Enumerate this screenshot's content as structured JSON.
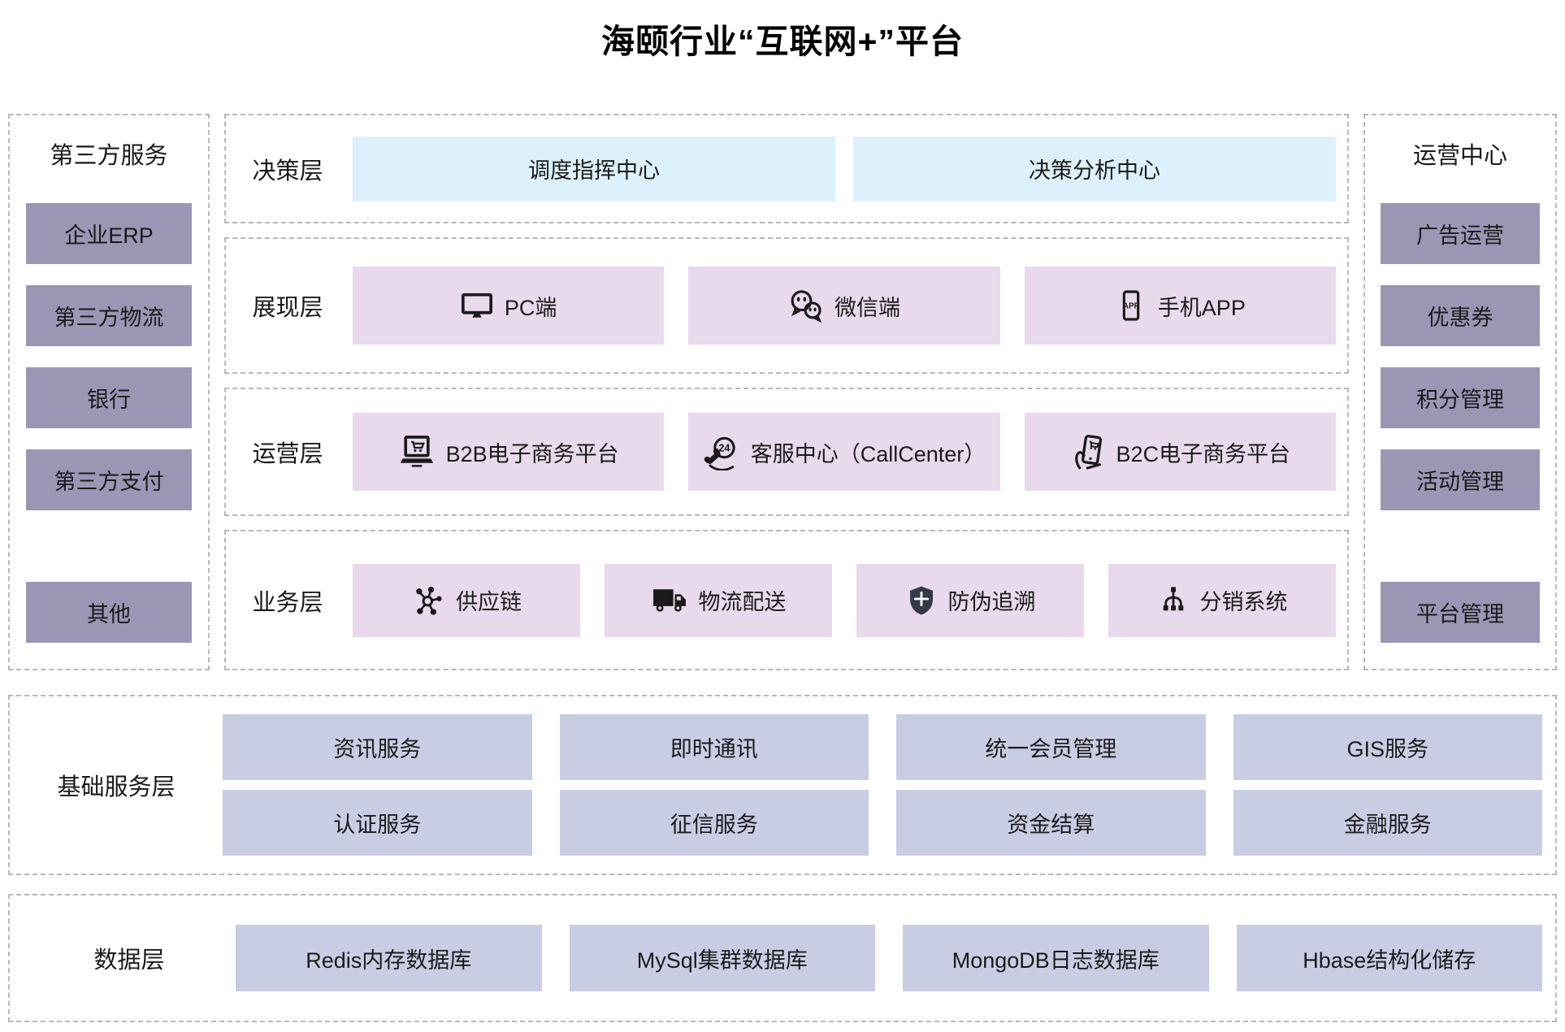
{
  "title": "海颐行业“互联网+”平台",
  "colors": {
    "side_box": "#9c96b5",
    "decision_box": "#dcf1fb",
    "pink_box": "#e9d9ec",
    "service_box": "#c8cde4",
    "dashed_border": "#b9b9b9",
    "shield_fill": "#343847",
    "icon": "#1a1a1a"
  },
  "icon_glyphs": {
    "phone_app_label": "APP",
    "callcenter_badge": "24"
  },
  "left_panel": {
    "header": "第三方服务",
    "items": [
      "企业ERP",
      "第三方物流",
      "银行",
      "第三方支付",
      "其他"
    ]
  },
  "right_panel": {
    "header": "运营中心",
    "items": [
      "广告运营",
      "优惠券",
      "积分管理",
      "活动管理",
      "平台管理"
    ]
  },
  "layers": [
    {
      "label": "决策层",
      "items": [
        {
          "text": "调度指挥中心"
        },
        {
          "text": "决策分析中心"
        }
      ]
    },
    {
      "label": "展现层",
      "items": [
        {
          "icon": "monitor-icon",
          "text": "PC端"
        },
        {
          "icon": "wechat-icon",
          "text": "微信端"
        },
        {
          "icon": "phone-app-icon",
          "text": "手机APP"
        }
      ]
    },
    {
      "label": "运营层",
      "items": [
        {
          "icon": "laptop-cart-icon",
          "text": "B2B电子商务平台"
        },
        {
          "icon": "callcenter-24h-icon",
          "text": "客服中心（CallCenter）"
        },
        {
          "icon": "hand-phone-cart-icon",
          "text": "B2C电子商务平台"
        }
      ]
    },
    {
      "label": "业务层",
      "items": [
        {
          "icon": "network-hub-icon",
          "text": "供应链"
        },
        {
          "icon": "delivery-truck-icon",
          "text": "物流配送"
        },
        {
          "icon": "shield-plus-icon",
          "text": "防伪追溯"
        },
        {
          "icon": "hierarchy-tree-icon",
          "text": "分销系统"
        }
      ]
    }
  ],
  "foundation_layer": {
    "label": "基础服务层",
    "rows": [
      [
        "资讯服务",
        "即时通讯",
        "统一会员管理",
        "GIS服务"
      ],
      [
        "认证服务",
        "征信服务",
        "资金结算",
        "金融服务"
      ]
    ]
  },
  "data_layer": {
    "label": "数据层",
    "items": [
      "Redis内存数据库",
      "MySql集群数据库",
      "MongoDB日志数据库",
      "Hbase结构化储存"
    ]
  }
}
